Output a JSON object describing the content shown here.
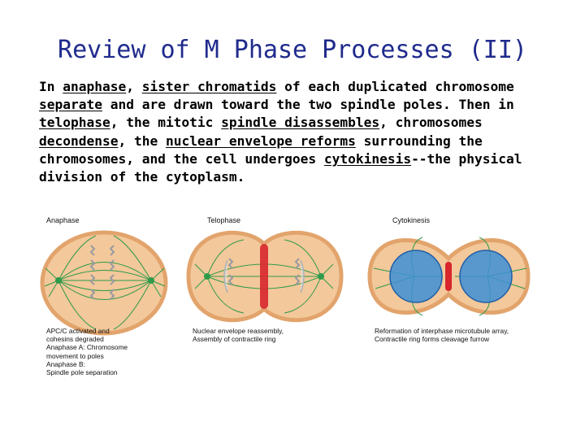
{
  "title": "Review of M Phase Processes (II)",
  "paragraph": [
    {
      "text": "In ",
      "u": false
    },
    {
      "text": "anaphase",
      "u": true
    },
    {
      "text": ", ",
      "u": false
    },
    {
      "text": "sister chromatids",
      "u": true
    },
    {
      "text": " of each duplicated chromosome ",
      "u": false
    },
    {
      "text": "separate",
      "u": true
    },
    {
      "text": " and are drawn toward the two spindle poles. Then in ",
      "u": false
    },
    {
      "text": "telophase",
      "u": true
    },
    {
      "text": ", the mitotic ",
      "u": false
    },
    {
      "text": "spindle disassembles",
      "u": true
    },
    {
      "text": ", chromosomes ",
      "u": false
    },
    {
      "text": "decondense",
      "u": true
    },
    {
      "text": ", the ",
      "u": false
    },
    {
      "text": "nuclear envelope reforms",
      "u": true
    },
    {
      "text": " surrounding the chromosomes, and the cell undergoes ",
      "u": false
    },
    {
      "text": "cytokinesis",
      "u": true
    },
    {
      "text": "--the physical division of the cytoplasm.",
      "u": false
    }
  ],
  "panels": {
    "anaphase": {
      "label": "Anaphase",
      "caption": [
        "APC/C activated and",
        "cohesins degraded",
        "Anaphase A: Chromosome",
        "movement to poles",
        "Anaphase B:",
        "Spindle pole separation"
      ]
    },
    "telophase": {
      "label": "Telophase",
      "caption": [
        "Nuclear envelope reassembly,",
        "Assembly of contractile ring"
      ]
    },
    "cytokinesis": {
      "label": "Cytokinesis",
      "caption": [
        "Reformation of interphase microtubule array,",
        "Contractile ring forms cleavage furrow"
      ]
    }
  },
  "colors": {
    "title": "#1f2a8c",
    "cell_fill": "#f3c89a",
    "cell_edge": "#e2a46c",
    "spindle": "#2e9a4a",
    "contractile_ring": "#d8262c",
    "nucleus": "#3d8fd6"
  }
}
